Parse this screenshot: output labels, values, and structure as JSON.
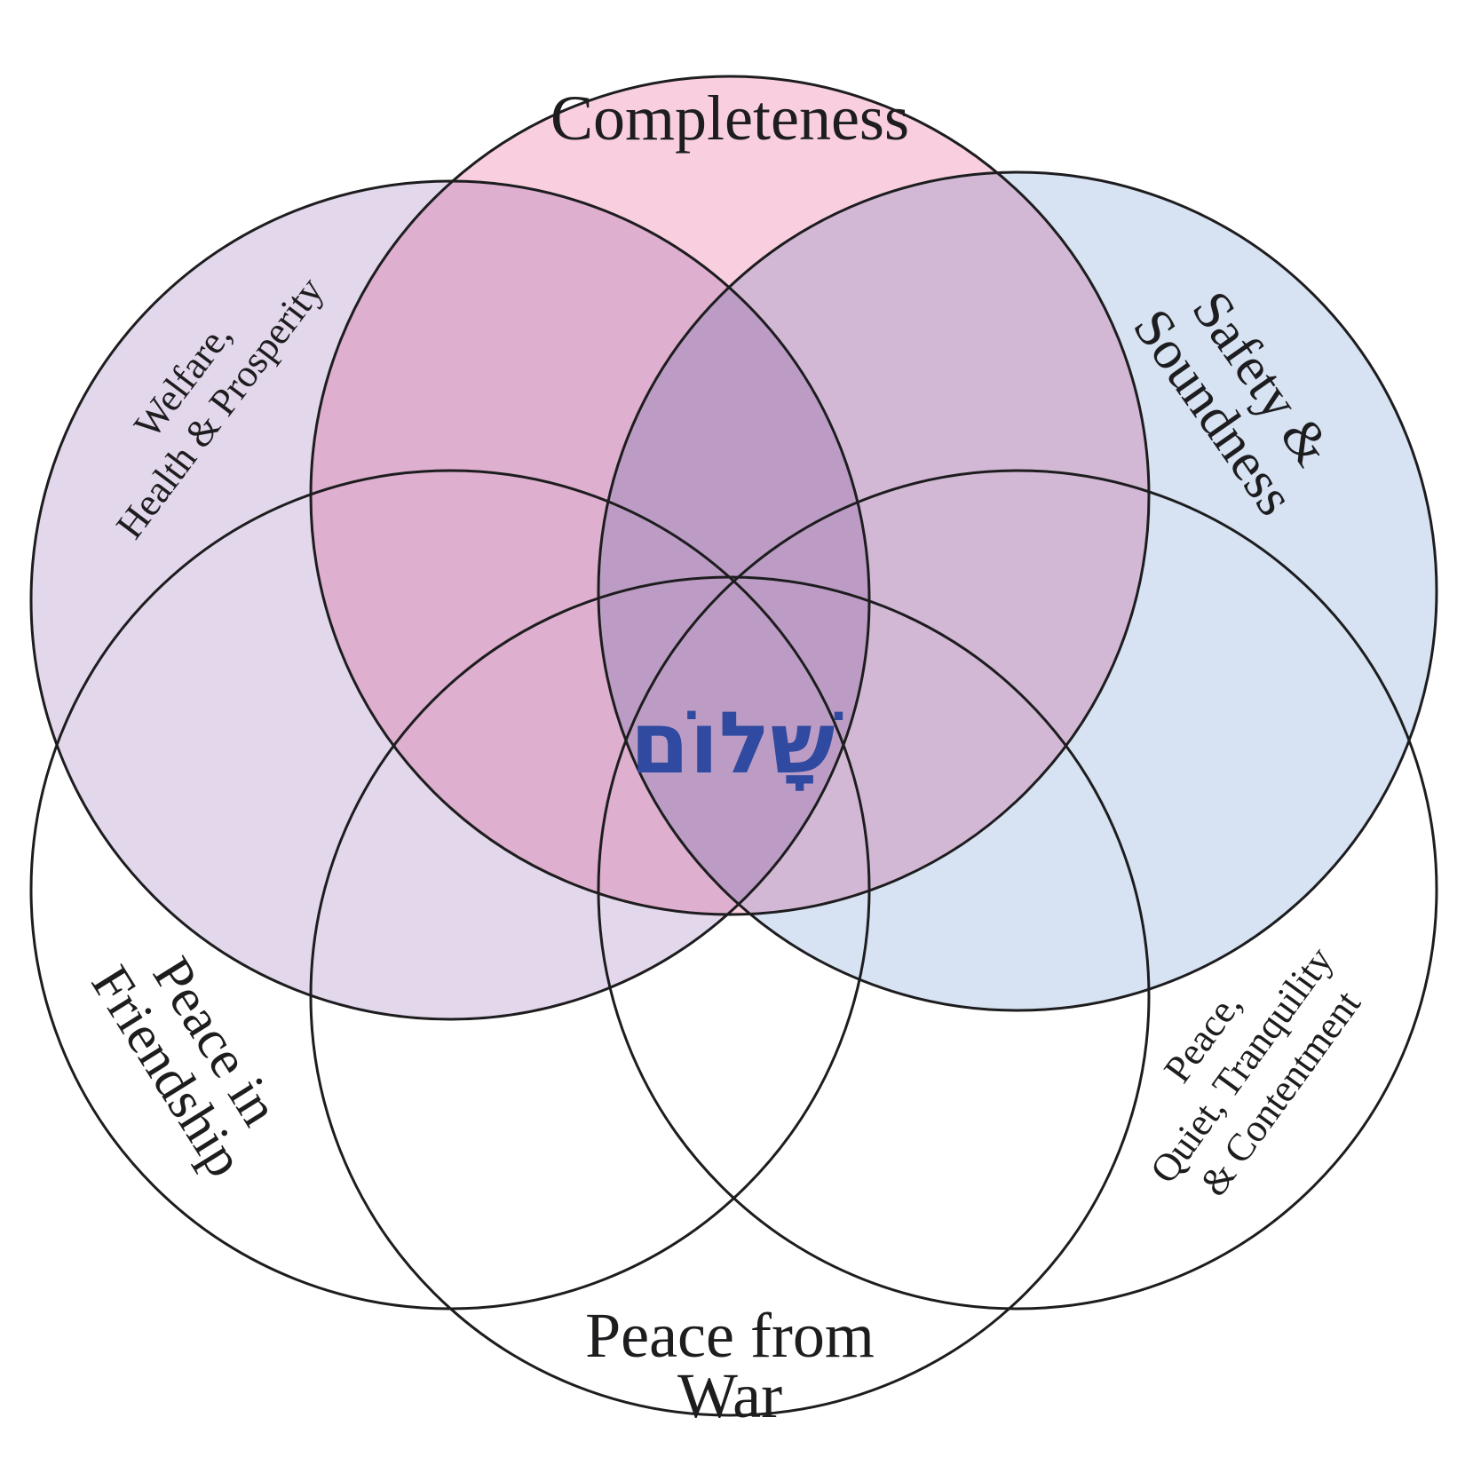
{
  "diagram": {
    "center_text": "שָׁלוֹם",
    "colors": {
      "top_circle": "#f4a3c2",
      "left_circle": "#c9b2d8",
      "right_circle": "#b3c8e6",
      "outline": "#1d1d1f",
      "center_text": "#2f4aa0"
    },
    "circles": [
      {
        "id": "completeness",
        "lines": [
          "Completeness"
        ],
        "fill": "pink"
      },
      {
        "id": "welfare",
        "lines": [
          "Welfare,",
          "Health & Prosperity"
        ],
        "fill": "lavender"
      },
      {
        "id": "safety",
        "lines": [
          "Safety &",
          "Soundness"
        ],
        "fill": "light-blue"
      },
      {
        "id": "friendship",
        "lines": [
          "Peace in",
          "Friendship"
        ],
        "fill": "none"
      },
      {
        "id": "war",
        "lines": [
          "Peace from",
          "War"
        ],
        "fill": "none"
      },
      {
        "id": "tranquility",
        "lines": [
          "Peace,",
          "Quiet, Tranquility",
          "& Contentment"
        ],
        "fill": "none"
      }
    ]
  }
}
